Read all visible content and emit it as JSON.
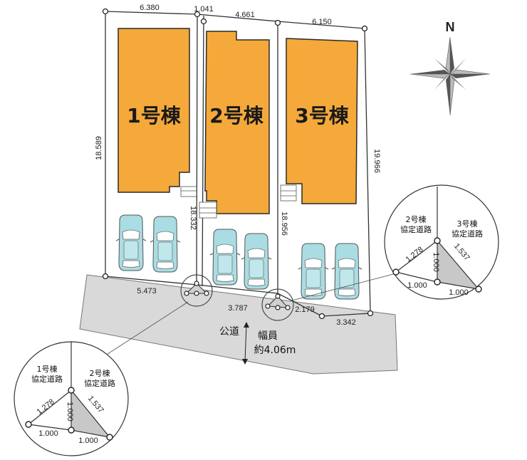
{
  "lots": [
    {
      "label": "1号棟"
    },
    {
      "label": "2号棟"
    },
    {
      "label": "3号棟"
    }
  ],
  "dimensions": {
    "top_1": "6.380",
    "top_gap": "1.041",
    "top_2": "4.661",
    "top_3": "6.150",
    "left_1": "18.589",
    "left_2": "18.332",
    "left_3": "18.956",
    "right_3": "19.966",
    "bottom_1": "5.473",
    "bottom_2": "3.787",
    "bottom_3a": "2.179",
    "bottom_3b": "3.342"
  },
  "road": {
    "name": "公道",
    "width_label": "幅員",
    "width_value": "約4.06m"
  },
  "north": "N",
  "detail_left": {
    "label_a_line1": "1号棟",
    "label_a_line2": "協定道路",
    "label_b_line1": "2号棟",
    "label_b_line2": "協定道路",
    "dim_diag_left": "1.278",
    "dim_vertical": "1.000",
    "dim_diag_right": "1.537",
    "dim_bottom_left": "1.000",
    "dim_bottom_right": "1.000"
  },
  "detail_right": {
    "label_a_line1": "2号棟",
    "label_a_line2": "協定道路",
    "label_b_line1": "3号棟",
    "label_b_line2": "協定道路",
    "dim_diag_left": "1.278",
    "dim_vertical": "1.000",
    "dim_diag_right": "1.537",
    "dim_bottom_left": "1.000",
    "dim_bottom_right": "1.000"
  },
  "colors": {
    "building_fill": "#f4a93a",
    "building_stroke": "#2a2a2a",
    "road_fill": "#d9d9d9",
    "car_fill": "#a9dde3",
    "detail_shade": "#c8c8c8"
  }
}
